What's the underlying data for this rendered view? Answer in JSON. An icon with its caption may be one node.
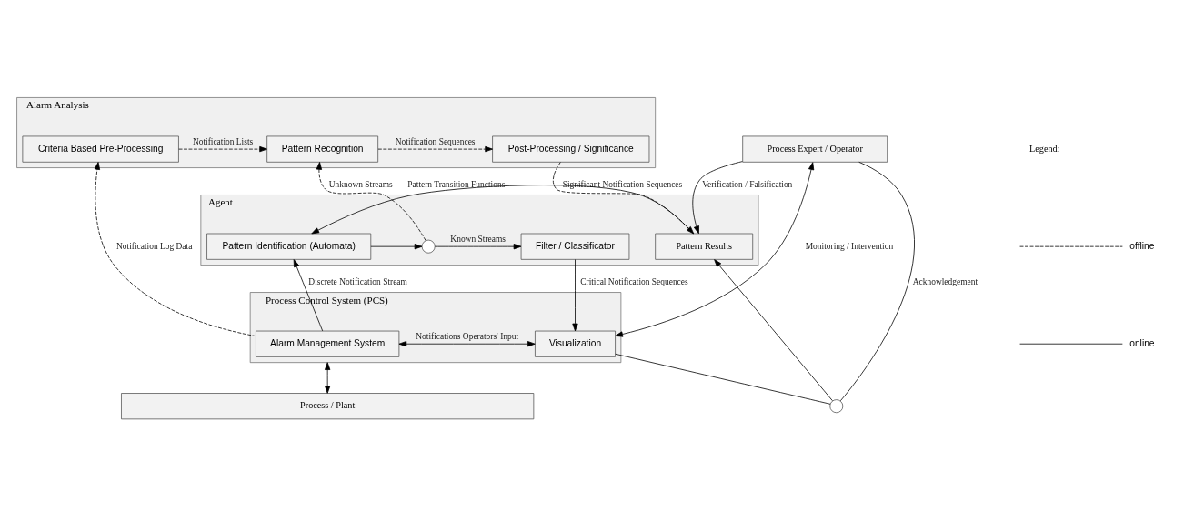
{
  "diagram": {
    "nodes": [
      {
        "text": [
          "Alarm Analysis"
        ]
      },
      {
        "text": [
          "Criteria Based Pre-Processing"
        ],
        "in": 0
      },
      {
        "text": [
          "Pattern Recognition"
        ],
        "in": 0
      },
      {
        "text": [
          "Post-Processing / Significance"
        ],
        "in": 0
      },
      {
        "text": [
          "Agent"
        ]
      },
      {
        "text": [
          "Pattern Identification (Automata)"
        ],
        "in": 4
      },
      {
        "text": [],
        "shape": "circle",
        "in": 4
      },
      {
        "text": [
          "Filter / Classificator"
        ],
        "in": 4
      },
      {
        "text": [
          "Pattern Results"
        ],
        "in": 4
      },
      {
        "text": [
          "Process Expert / Operator"
        ]
      },
      {
        "text": [
          "Process Control System (PCS)"
        ]
      },
      {
        "text": [
          "Alarm Management System"
        ],
        "in": 10
      },
      {
        "text": [
          "Visualization"
        ],
        "in": 10
      },
      {
        "text": [],
        "shape": "circle"
      },
      {
        "text": [
          "Process / Plant"
        ]
      }
    ],
    "edges": [
      {
        "from": 1,
        "to": 2,
        "arrow": "to",
        "label": "Notification Lists",
        "style": "dashed"
      },
      {
        "from": 2,
        "to": 3,
        "arrow": "to",
        "label": "Notification Sequences",
        "style": "dashed"
      },
      {
        "from": 6,
        "to": 2,
        "arrow": "to",
        "label": "Unknown Streams",
        "style": "dashed"
      },
      {
        "from": 3,
        "to": 8,
        "arrow": "to",
        "label": "Significant Notification Sequences",
        "style": "dashed"
      },
      {
        "from": 8,
        "to": 5,
        "arrow": "to",
        "label": "Pattern Transition Functions"
      },
      {
        "from": 5,
        "to": 6,
        "arrow": "to"
      },
      {
        "from": 6,
        "to": 7,
        "arrow": "to",
        "label": "Known Streams"
      },
      {
        "from": 9,
        "to": 8,
        "arrow": "to",
        "label": "Verification / Falsification"
      },
      {
        "from": 7,
        "to": 12,
        "arrow": "to",
        "label": "Critical Notification Sequences"
      },
      {
        "from": 11,
        "to": 12,
        "arrow": "both",
        "label": "Notifications Operators' Input"
      },
      {
        "from": 12,
        "to": 13,
        "arrow": "none"
      },
      {
        "from": 13,
        "to": 8,
        "arrow": "to"
      },
      {
        "from": 9,
        "to": 13,
        "arrow": "none",
        "label": "Acknowledgement"
      },
      {
        "from": 9,
        "to": 12,
        "arrow": "both",
        "label": "Monitoring / Intervention"
      },
      {
        "from": 11,
        "to": 1,
        "arrow": "to",
        "label": "Notification Log Data",
        "style": "dashed"
      },
      {
        "from": 11,
        "to": 5,
        "arrow": "to",
        "label": "Discrete Notification Stream"
      },
      {
        "from": 10,
        "to": 14,
        "arrow": "both"
      }
    ],
    "labels": [
      "Legend:"
    ],
    "legend": [
      {
        "text": "offline"
      },
      {
        "text": "online"
      }
    ]
  }
}
